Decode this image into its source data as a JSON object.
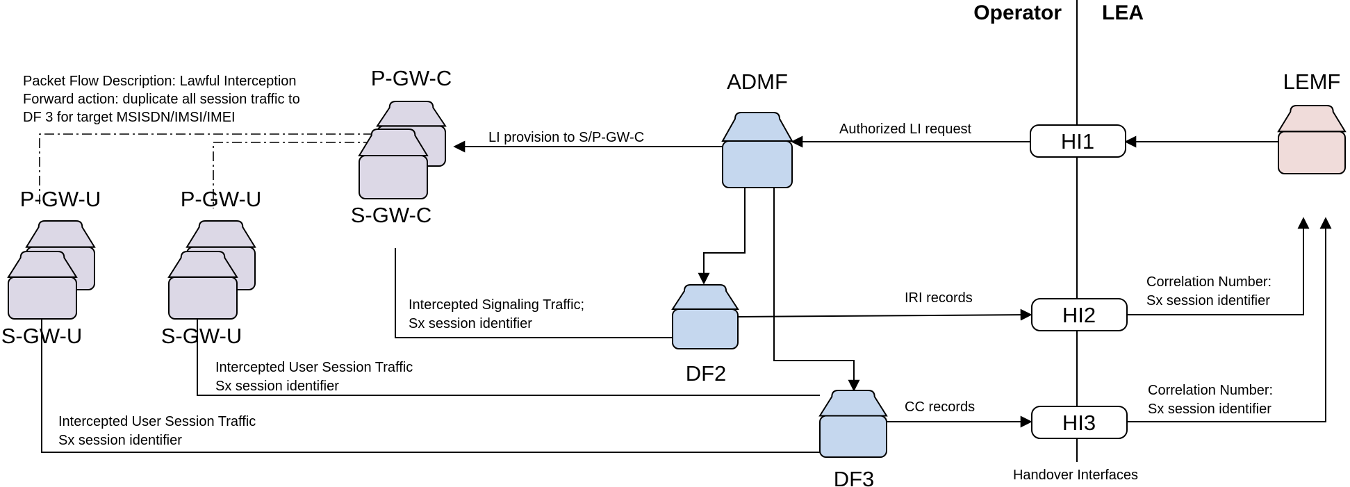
{
  "boundary": {
    "operator_label": "Operator",
    "lea_label": "LEA"
  },
  "nodes": {
    "pgwc": {
      "label": "P-GW-C",
      "color": "#dcd8e6"
    },
    "sgwc": {
      "label": "S-GW-C",
      "color": "#dcd8e6"
    },
    "pgwu_left": {
      "label": "P-GW-U",
      "color": "#dcd8e6"
    },
    "sgwu_left": {
      "label": "S-GW-U",
      "color": "#dcd8e6"
    },
    "pgwu_mid": {
      "label": "P-GW-U",
      "color": "#dcd8e6"
    },
    "sgwu_mid": {
      "label": "S-GW-U",
      "color": "#dcd8e6"
    },
    "admf": {
      "label": "ADMF",
      "color": "#c5d7ee"
    },
    "df2": {
      "label": "DF2",
      "color": "#c5d7ee"
    },
    "df3": {
      "label": "DF3",
      "color": "#c5d7ee"
    },
    "lemf": {
      "label": "LEMF",
      "color": "#f0dcda"
    }
  },
  "interfaces": {
    "hi1": "HI1",
    "hi2": "HI2",
    "hi3": "HI3"
  },
  "annotations": {
    "packet_flow": [
      "Packet Flow Description: Lawful Interception",
      "Forward action: duplicate all session traffic to",
      "DF 3 for target MSISDN/IMSI/IMEI"
    ],
    "li_provision": "LI provision to S/P-GW-C",
    "authorized_li": "Authorized LI request",
    "intercepted_signaling": [
      "Intercepted Signaling Traffic;",
      "Sx session identifier"
    ],
    "iri_records": "IRI records",
    "correlation_hi2": [
      "Correlation Number:",
      "Sx session identifier"
    ],
    "intercepted_user_mid": [
      "Intercepted User Session Traffic",
      "Sx session identifier"
    ],
    "cc_records": "CC records",
    "correlation_hi3": [
      "Correlation Number:",
      "Sx session identifier"
    ],
    "intercepted_user_left": [
      "Intercepted User Session Traffic",
      "Sx session identifier"
    ],
    "handover_interfaces": "Handover Interfaces"
  }
}
